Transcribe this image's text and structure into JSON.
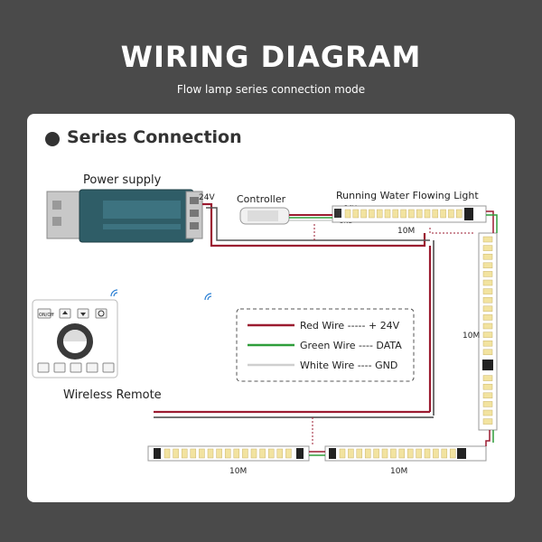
{
  "header": {
    "title": "WIRING DIAGRAM",
    "subtitle": "Flow lamp series connection mode"
  },
  "section": {
    "title": "Series Connection"
  },
  "labels": {
    "power_supply": "Power supply",
    "voltage": "24V",
    "controller": "Controller",
    "strip_title": "Running Water Flowing Light",
    "plus24v": "+24V",
    "gnd": "GND",
    "wireless_remote": "Wireless Remote",
    "length_top": "10M",
    "length_right": "10M",
    "length_bottom_center": "10M",
    "length_bottom_left": "10M"
  },
  "remote": {
    "button_top_left": "ON/Off"
  },
  "legend": {
    "red": "Red Wire ----- + 24V",
    "green": "Green Wire ---- DATA",
    "white": "White Wire ---- GND"
  },
  "colors": {
    "red_wire": "#9b1b30",
    "green_wire": "#2e9e3a",
    "white_wire": "#cfcfcf",
    "led": "#f2e3a0",
    "power_supply": "#2f5d67"
  }
}
